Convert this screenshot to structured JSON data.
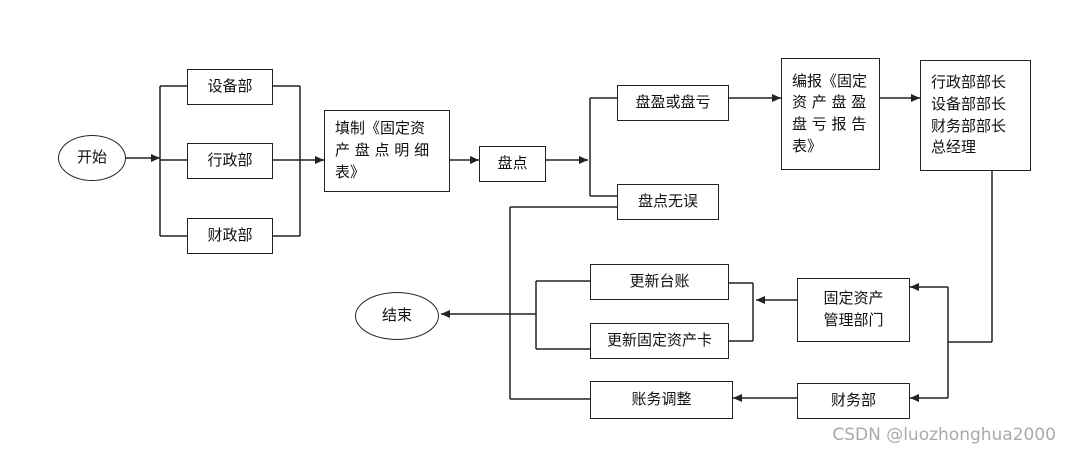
{
  "nodes": {
    "start": "开始",
    "dept_equipment": "设备部",
    "dept_admin": "行政部",
    "dept_finance": "财政部",
    "fill_form": "填制《固定资\n产 盘 点 明 细\n表》",
    "inventory": "盘点",
    "surplus_deficit": "盘盈或盘亏",
    "no_error": "盘点无误",
    "report": "编报《固定\n资 产 盘 盈\n盘 亏 报 告\n表》",
    "managers": "行政部部长\n设备部部长\n财务部部长\n总经理",
    "fa_dept": "固定资产\n管理部门",
    "update_ledger": "更新台账",
    "update_card": "更新固定资产卡",
    "finance_dept": "财务部",
    "adjust": "账务调整",
    "end": "结束"
  },
  "colors": {
    "line": "#222222",
    "watermark": "#aaaaaa"
  },
  "watermark": "CSDN @luozhonghua2000"
}
